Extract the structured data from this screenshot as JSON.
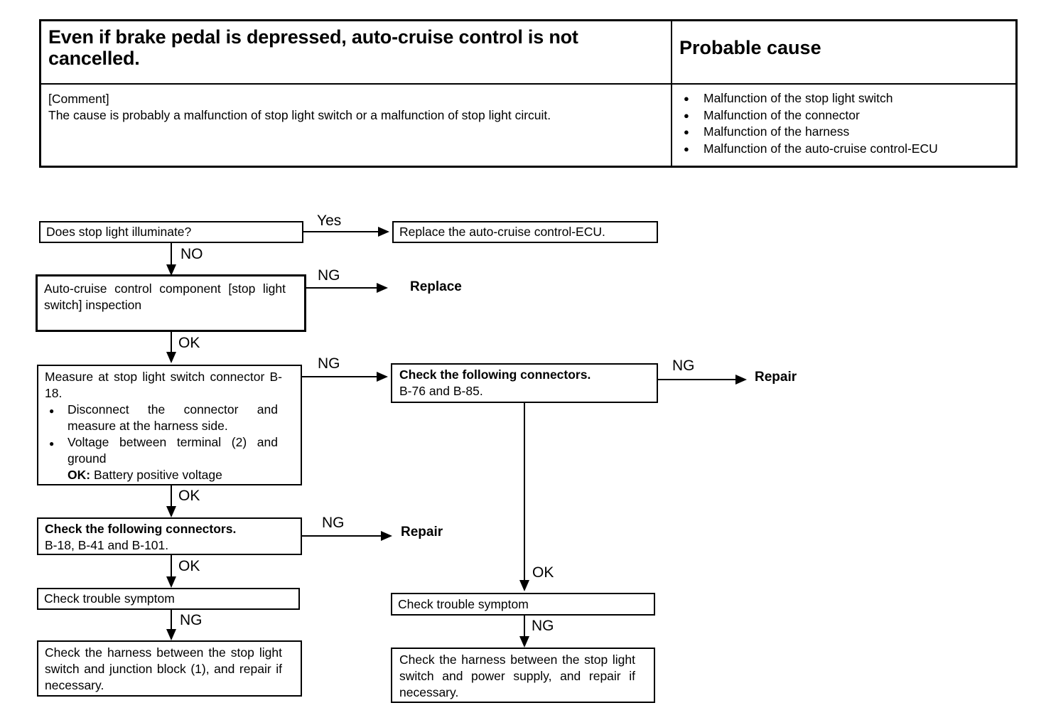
{
  "header_table": {
    "problem_title": "Even if brake pedal is depressed, auto-cruise control is not cancelled.",
    "probable_cause_heading": "Probable cause",
    "comment_label": "[Comment]",
    "comment_text": "The cause is probably a malfunction of stop light switch or a malfunction of stop light circuit.",
    "probable_causes": [
      "Malfunction of the stop light switch",
      "Malfunction of the connector",
      "Malfunction of the harness",
      "Malfunction of the auto-cruise control-ECU"
    ]
  },
  "flowchart": {
    "labels": {
      "yes": "Yes",
      "no": "NO",
      "ng": "NG",
      "ok": "OK"
    },
    "actions": {
      "replace": "Replace",
      "repair": "Repair"
    },
    "boxes": {
      "stop_light_question": "Does stop light illuminate?",
      "replace_ecu": "Replace the auto-cruise control-ECU.",
      "component_inspection": "Auto-cruise control component [stop light switch] inspection",
      "measure_connector": {
        "title": "Measure at stop light switch connector B-18.",
        "bullets": [
          "Disconnect the connector and measure at the harness side.",
          "Voltage between terminal (2) and ground"
        ],
        "ok_label": "OK:",
        "ok_condition": "Battery positive voltage"
      },
      "check_connectors_right": {
        "heading": "Check the following connectors.",
        "connectors": "B-76 and B-85."
      },
      "check_connectors_left": {
        "heading": "Check the following connectors.",
        "connectors": "B-18, B-41 and B-101."
      },
      "check_symptom_left": "Check trouble symptom",
      "check_symptom_right": "Check trouble symptom",
      "harness_junction_block": "Check the harness between the stop light switch and junction block (1), and repair if necessary.",
      "harness_power_supply": "Check the harness between the stop light switch and power supply, and repair if necessary."
    }
  }
}
